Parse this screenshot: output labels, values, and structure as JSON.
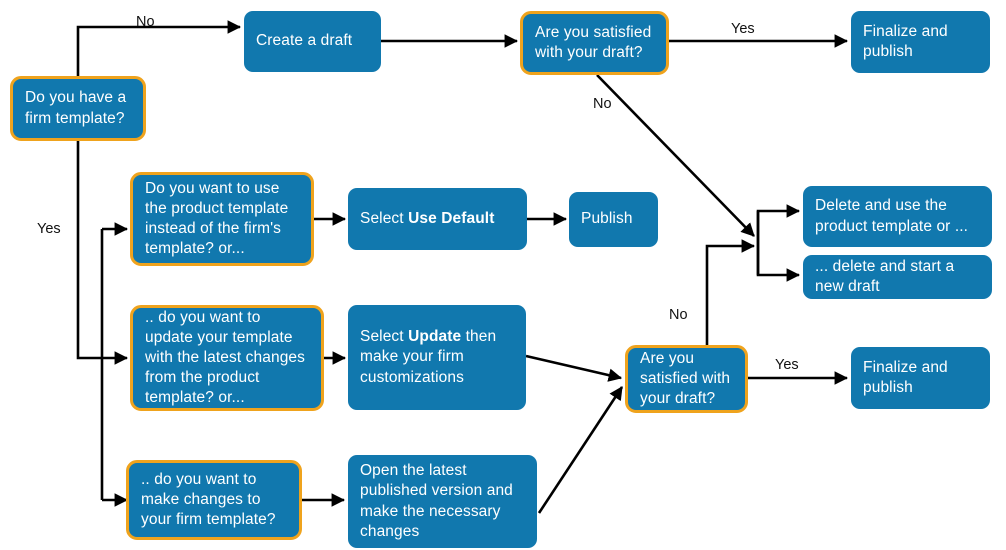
{
  "diagram": {
    "title": "Firm template draft decision flowchart",
    "colors": {
      "node_fill": "#1178AE",
      "decision_border": "#EFA31D",
      "node_text": "#FFFFFF",
      "connector": "#000000",
      "background": "#FFFFFF"
    },
    "nodes": {
      "firm_template_question": "Do you have a firm template?",
      "create_draft": "Create a draft",
      "satisfied_top": "Are you satisfied with your draft?",
      "finalize_top": "Finalize and publish",
      "use_product_template_question": "Do you want to use the product template instead of the firm's template? or...",
      "select_use_default_prefix": "Select ",
      "select_use_default_bold": "Use Default",
      "publish": "Publish",
      "update_template_question": ".. do you want to update your template with the latest changes from the product template? or...",
      "select_update_prefix": "Select ",
      "select_update_bold": "Update",
      "select_update_suffix": " then make your firm customizations",
      "make_changes_question": ".. do you want to make changes to your firm template?",
      "open_latest_published": "Open the latest published version and make the necessary changes",
      "satisfied_bottom": "Are you satisfied with your draft?",
      "finalize_bottom": "Finalize and publish",
      "delete_use_product": "Delete and use the product template or ...",
      "delete_new_draft": "... delete and start a new draft"
    },
    "edge_labels": {
      "no_top": "No",
      "yes_top": "Yes",
      "no_diagonal": "No",
      "yes_left": "Yes",
      "no_bottom": "No",
      "yes_bottom": "Yes"
    }
  }
}
